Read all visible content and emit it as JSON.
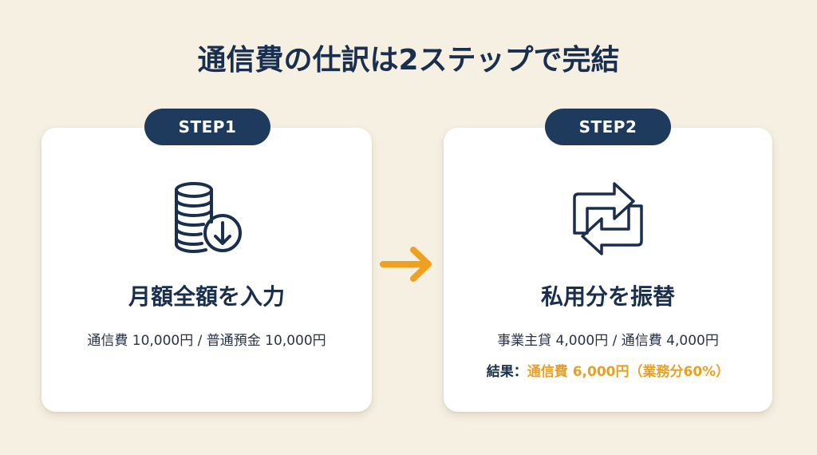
{
  "title": "通信費の仕訳は2ステップで完結",
  "colors": {
    "background": "#f5f0e2",
    "navy": "#1e3a5c",
    "text": "#1a2f4e",
    "accent": "#e8a020",
    "card": "#ffffff"
  },
  "flow_arrow_icon": "arrow-right-icon",
  "steps": [
    {
      "badge": "STEP1",
      "icon": "coins-download-icon",
      "heading": "月額全額を入力",
      "detail": "通信費 10,000円 / 普通預金 10,000円"
    },
    {
      "badge": "STEP2",
      "icon": "transfer-arrows-icon",
      "heading": "私用分を振替",
      "detail": "事業主貸 4,000円 / 通信費 4,000円",
      "result_label": "結果：",
      "result_value": "通信費 6,000円（業務分60%）"
    }
  ]
}
